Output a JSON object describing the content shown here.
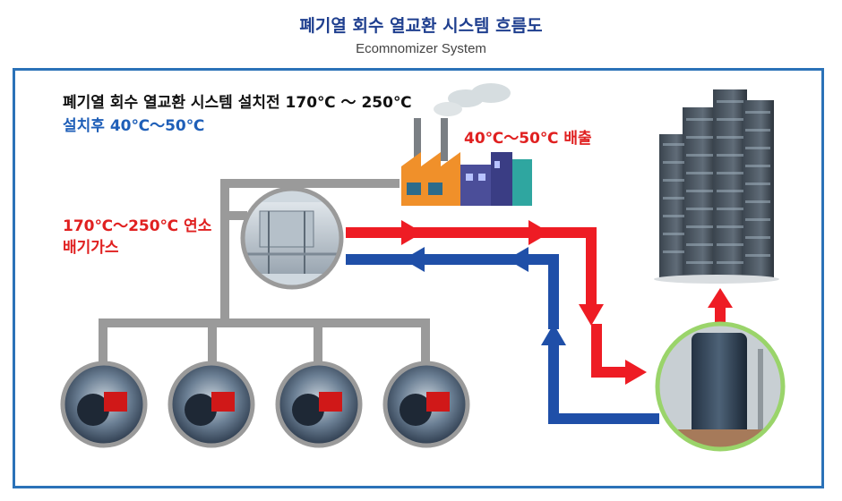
{
  "header": {
    "title": "폐기열 회수 열교환 시스템 흐름도",
    "subtitle": "Ecomnomizer System"
  },
  "labels": {
    "before_install": "폐기열 회수 열교환 시스템 설치전 170℃ ～ 250℃",
    "after_install": "설치후 40℃～50℃",
    "exhaust": "40℃～50℃ 배출",
    "flue_gas_line1": "170℃～250℃ 연소",
    "flue_gas_line2": "배기가스"
  },
  "colors": {
    "hot_flow": "#ee1c24",
    "cold_flow": "#1f4fa8",
    "pipe": "#9a9a9a",
    "frame": "#2b72b8",
    "title": "#1f3f8f"
  },
  "components": {
    "boilers": [
      {
        "icon": "boiler-icon"
      },
      {
        "icon": "boiler-icon"
      },
      {
        "icon": "boiler-icon"
      },
      {
        "icon": "boiler-icon"
      }
    ],
    "economizer": {
      "icon": "economizer-unit-icon"
    },
    "factory": {
      "icon": "factory-icon"
    },
    "storage_tank": {
      "icon": "hot-water-tank-icon"
    },
    "apartments": {
      "icon": "apartment-buildings-icon"
    }
  }
}
